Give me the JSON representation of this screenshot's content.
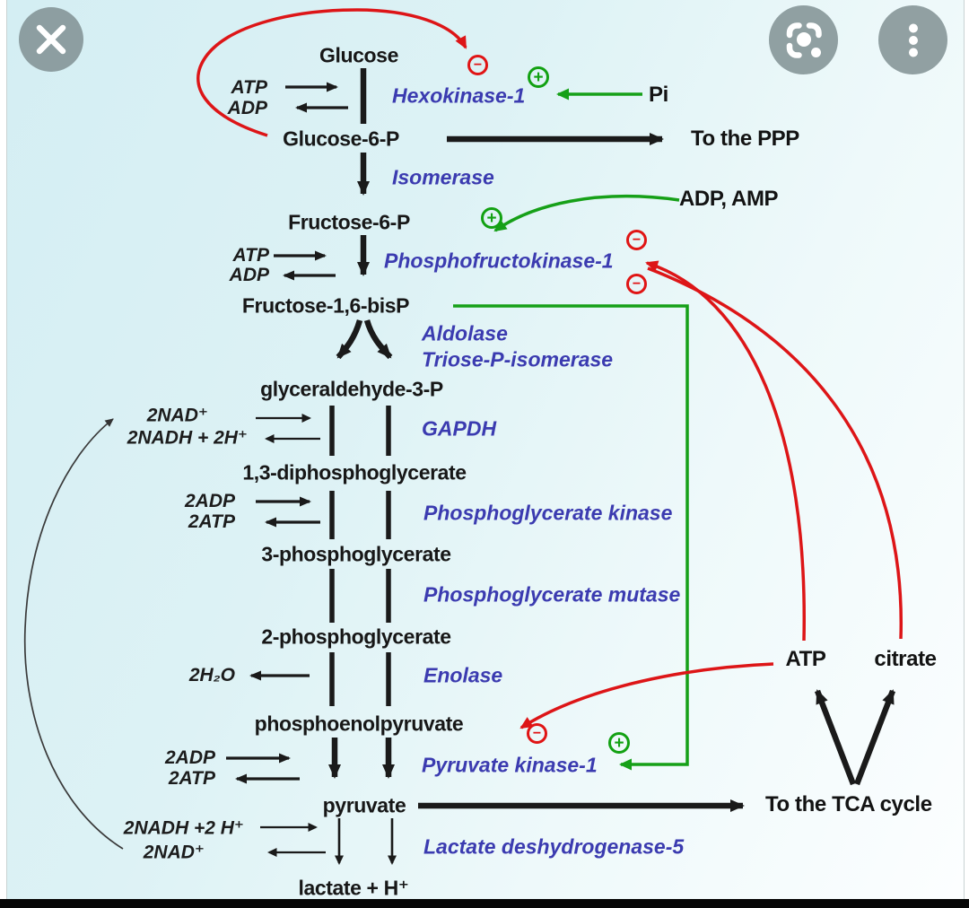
{
  "viewer": {
    "icons": {
      "close": "close-x",
      "lens": "google-lens",
      "menu": "three-dot-menu"
    }
  },
  "symbols": {
    "activate": "+",
    "inhibit": "−"
  },
  "colors": {
    "background": "#d8f0f4",
    "enzyme_blue": "#3b3bb0",
    "inhibit_red": "#e01414",
    "activate_green": "#12a112",
    "line_black": "#1a1a1a"
  },
  "pathway": {
    "metabolites": {
      "glucose": "Glucose",
      "glucose_6_p": "Glucose-6-P",
      "fructose_6_p": "Fructose-6-P",
      "fructose_16_bisp": "Fructose-1,6-bisP",
      "glyceraldehyde_3_p": "glyceraldehyde-3-P",
      "diphosphoglycerate_13": "1,3-diphosphoglycerate",
      "phosphoglycerate_3": "3-phosphoglycerate",
      "phosphoglycerate_2": "2-phosphoglycerate",
      "phosphoenolpyruvate": "phosphoenolpyruvate",
      "pyruvate": "pyruvate",
      "lactate": "lactate + H⁺"
    },
    "enzymes": {
      "hexokinase": "Hexokinase-1",
      "isomerase": "Isomerase",
      "phosphofructokinase": "Phosphofructokinase-1",
      "aldolase": "Aldolase",
      "triose_p_isomerase": "Triose-P-isomerase",
      "gapdh": "GAPDH",
      "phosphoglycerate_kinase": "Phosphoglycerate kinase",
      "phosphoglycerate_mutase": "Phosphoglycerate mutase",
      "enolase": "Enolase",
      "pyruvate_kinase": "Pyruvate kinase-1",
      "lactate_dehydrogenase": "Lactate deshydrogenase-5"
    },
    "cofactors": {
      "atp_hk": "ATP",
      "adp_hk": "ADP",
      "atp_pfk": "ATP",
      "adp_pfk": "ADP",
      "nad_in": "2NAD⁺",
      "nadh_out": "2NADH + 2H⁺",
      "adp_pgk": "2ADP",
      "atp_pgk": "2ATP",
      "h2o": "2H₂O",
      "adp_pk": "2ADP",
      "atp_pk": "2ATP",
      "nadh_in": "2NADH +2 H⁺",
      "nad_out": "2NAD⁺"
    },
    "effectors": {
      "pi": "Pi",
      "adp_amp": "ADP, AMP",
      "atp": "ATP",
      "citrate": "citrate"
    },
    "branches": {
      "to_ppp": "To the PPP",
      "to_tca": "To the TCA cycle"
    }
  }
}
